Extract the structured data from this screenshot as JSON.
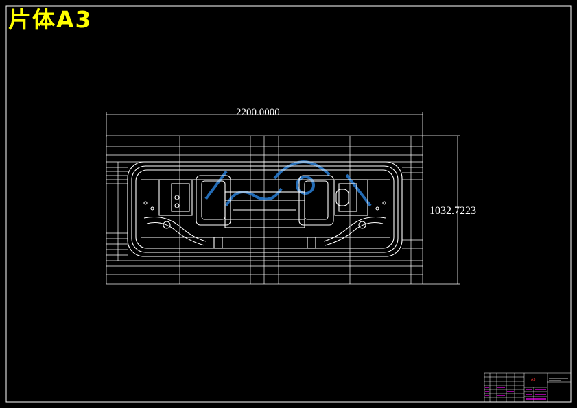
{
  "drawing": {
    "title": "片体A3",
    "dimension_width": "2200.0000",
    "dimension_height": "1032.7223"
  },
  "title_block": {
    "scale_label": "A3"
  },
  "colors": {
    "background": "#000000",
    "lines": "#ffffff",
    "title": "#ffff00",
    "title_block_magenta": "#ff00ff",
    "watermark": "#2a7fd6"
  }
}
